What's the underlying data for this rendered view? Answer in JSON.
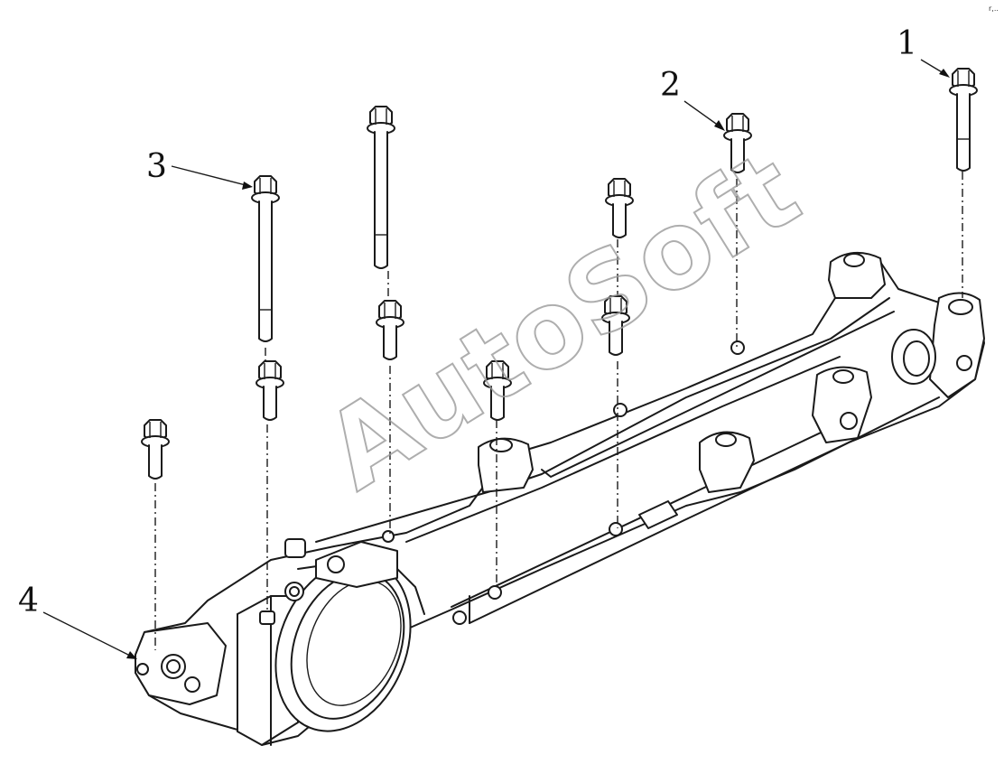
{
  "diagram": {
    "callouts": [
      {
        "id": "1",
        "label": "1"
      },
      {
        "id": "2",
        "label": "2"
      },
      {
        "id": "3",
        "label": "3"
      },
      {
        "id": "4",
        "label": "4"
      }
    ],
    "watermark": "AutoSoft",
    "corner_mark": "r,.."
  }
}
